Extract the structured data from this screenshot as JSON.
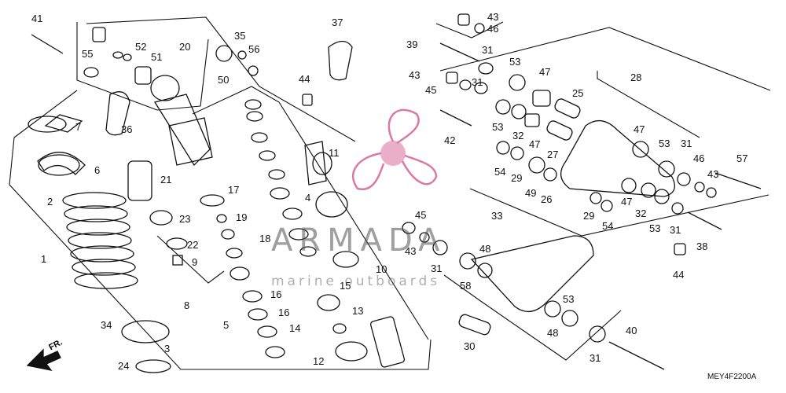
{
  "watermark": {
    "brand": "ARMADA",
    "tagline": "marine outboards"
  },
  "diagram_code": "MEY4F2200A",
  "front_indicator": "FR.",
  "callouts": [
    "41",
    "55",
    "52",
    "51",
    "20",
    "35",
    "56",
    "50",
    "37",
    "43",
    "46",
    "39",
    "31",
    "53",
    "44",
    "45",
    "47",
    "28",
    "7",
    "36",
    "6",
    "21",
    "17",
    "11",
    "2",
    "19",
    "23",
    "4",
    "22",
    "9",
    "18",
    "1",
    "8",
    "10",
    "15",
    "34",
    "16",
    "13",
    "5",
    "14",
    "3",
    "24",
    "12",
    "25",
    "27",
    "42",
    "32",
    "54",
    "29",
    "49",
    "26",
    "57",
    "38",
    "33",
    "48",
    "58",
    "30",
    "40"
  ]
}
